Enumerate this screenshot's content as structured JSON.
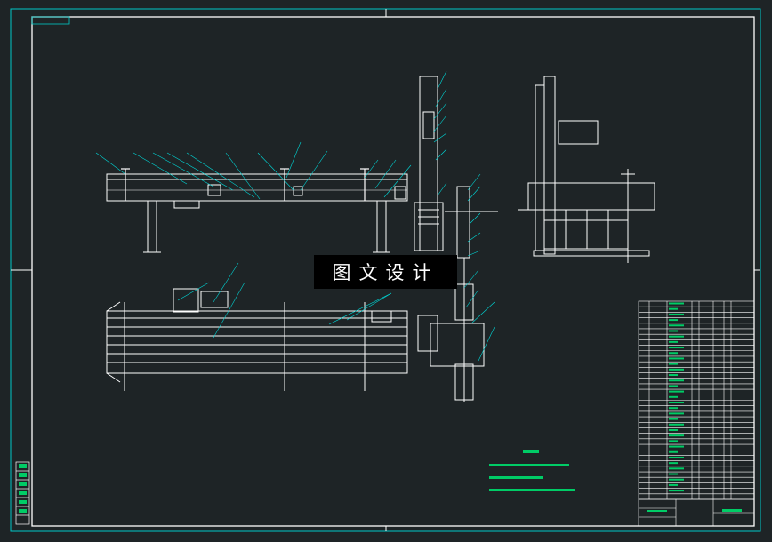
{
  "watermark": "图文设计",
  "colors": {
    "background": "#1e2426",
    "frame": "#ffffff",
    "leader": "#00d8d8",
    "notes": "#00cc66",
    "table": "#ffffff"
  },
  "drawing": {
    "views": [
      "front-view",
      "top-view",
      "side-view",
      "section-view"
    ],
    "parts_list_rows": 36,
    "tech_notes_lines": 3
  }
}
